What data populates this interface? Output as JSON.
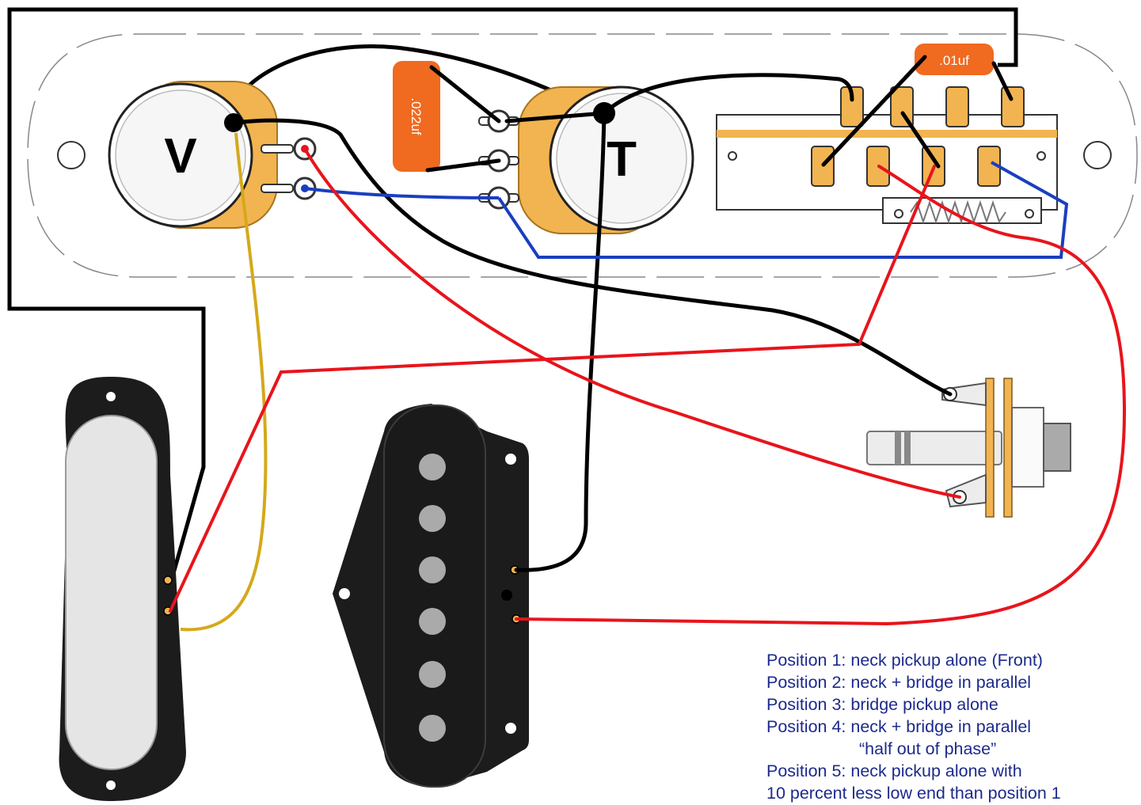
{
  "controls": {
    "volume_label": "V",
    "tone_label": "T"
  },
  "capacitors": {
    "tone_cap": ".022uf",
    "switch_cap": ".01uf"
  },
  "legend": {
    "lines": [
      "Position 1: neck pickup alone (Front)",
      "Position 2: neck + bridge in parallel",
      "Position 3: bridge pickup alone",
      "Position 4: neck + bridge in parallel",
      "“half out of phase”",
      "Position 5: neck pickup alone with",
      "10 percent less low end than position 1"
    ]
  },
  "colors": {
    "hot_wire": "#e8141c",
    "ground_wire": "#000000",
    "blue_wire": "#1a3fbf",
    "yellow_wire": "#d4a91a",
    "pot_body": "#f2b450",
    "cap": "#f06a20",
    "legend_text": "#1c2a8c"
  }
}
